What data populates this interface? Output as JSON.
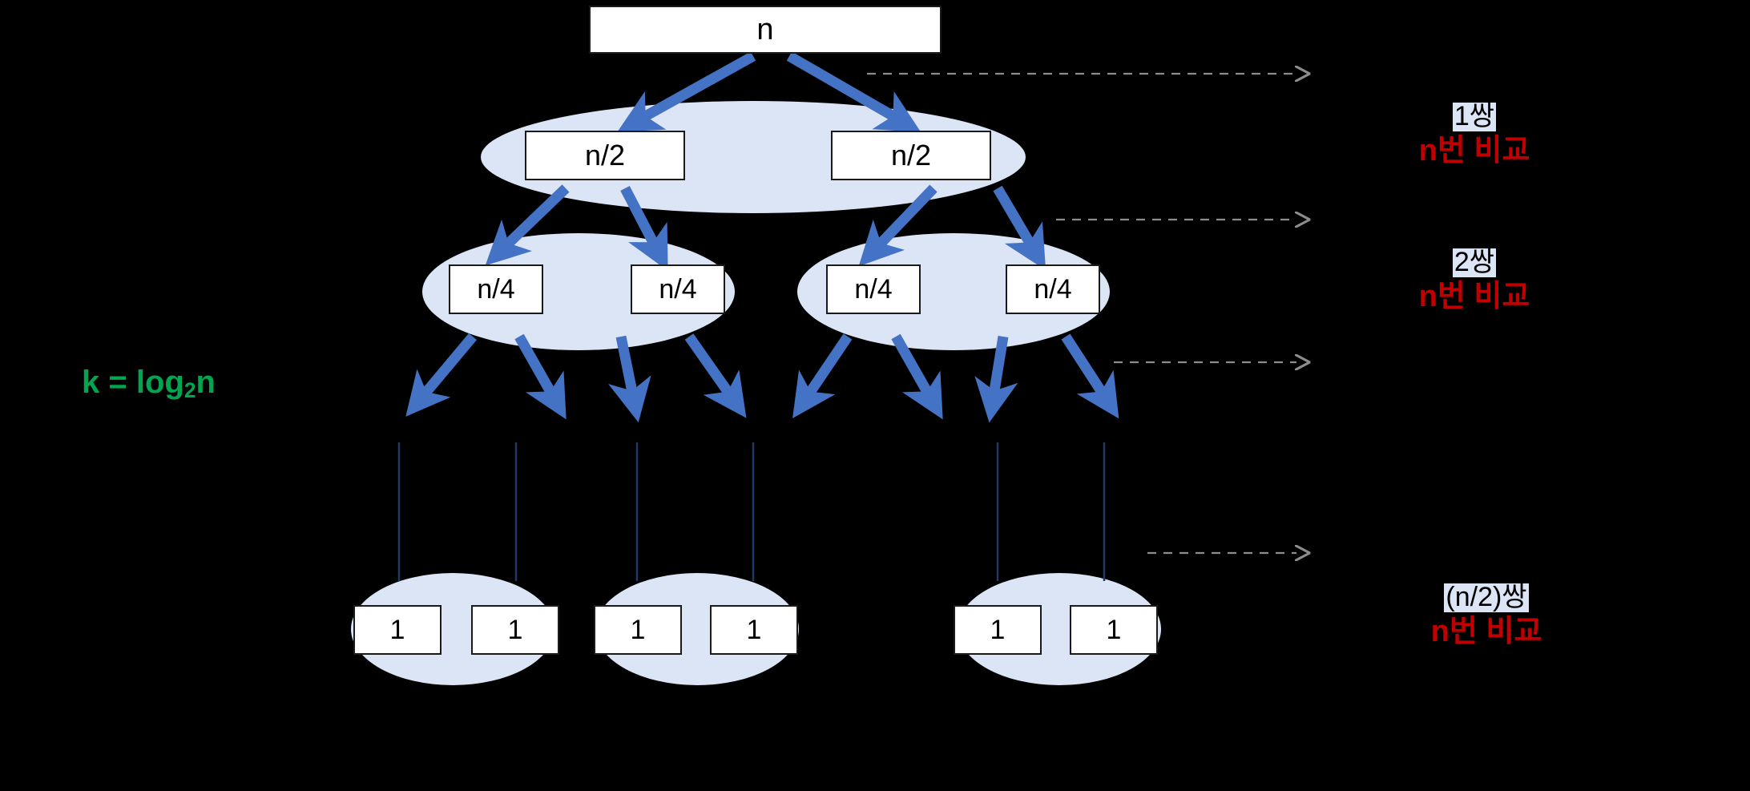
{
  "diagram": {
    "title_node": {
      "label": "n"
    },
    "level2": [
      {
        "label": "n/2"
      },
      {
        "label": "n/2"
      }
    ],
    "level3": [
      {
        "label": "n/4"
      },
      {
        "label": "n/4"
      },
      {
        "label": "n/4"
      },
      {
        "label": "n/4"
      }
    ],
    "level4": [
      {
        "label": "1"
      },
      {
        "label": "1"
      },
      {
        "label": "1"
      },
      {
        "label": "1"
      },
      {
        "label": "1"
      },
      {
        "label": "1"
      }
    ],
    "depth_label": {
      "prefix": "k = log",
      "sub": "2",
      "suffix": "n"
    },
    "right_annotations": [
      {
        "count": "1쌍",
        "compare": "n번 비교"
      },
      {
        "count": "2쌍",
        "compare": "n번 비교"
      },
      {
        "count": "(n/2)쌍",
        "compare": "n번 비교"
      }
    ],
    "colors": {
      "background": "#000000",
      "ellipse_fill": "#dbe5f5",
      "arrow_blue": "#4472c4",
      "connector_blue": "#1f3864",
      "box_fill": "#ffffff",
      "box_border": "#1a1a1a",
      "annotation_red": "#c00000",
      "depth_green": "#00a550",
      "dashed_gray": "#808080",
      "highlight_fill": "#dbe5f5"
    }
  }
}
